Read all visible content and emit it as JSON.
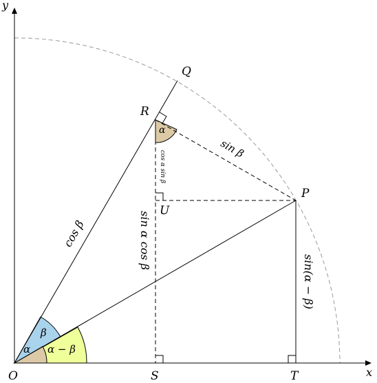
{
  "axes": {
    "x_label": "x",
    "y_label": "y"
  },
  "points": {
    "O": "O",
    "S": "S",
    "T": "T",
    "U": "U",
    "P": "P",
    "R": "R",
    "Q": "Q"
  },
  "angles": {
    "alpha_origin": "α",
    "beta_origin": "β",
    "alpha_minus_beta": "α − β",
    "alpha_at_R": "α"
  },
  "segments": {
    "cos_beta": "cos β",
    "sin_beta": "sin β",
    "sin_alpha_cos_beta": "sin α cos β",
    "cos_alpha_sin_beta": "cos α sin β",
    "sin_alpha_minus_beta": "sin(α − β)"
  },
  "colors": {
    "alpha_wedge": "#dcc9a6",
    "beta_wedge": "#a9d2ec",
    "alpha_minus_beta_wedge": "#efff9a",
    "circle_arc": "#9a9a9a"
  }
}
